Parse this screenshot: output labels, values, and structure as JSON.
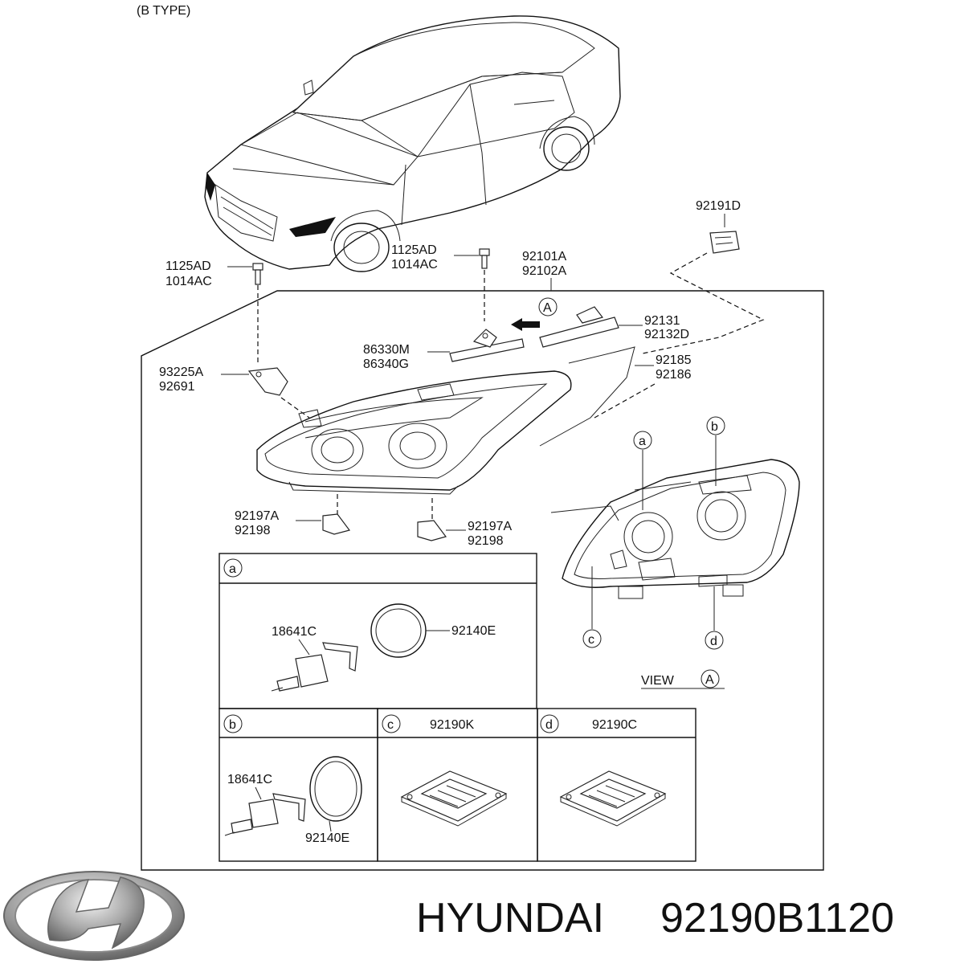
{
  "header": {
    "type_label": "(B TYPE)"
  },
  "labels": {
    "bolt_left_a": "1125AD",
    "bolt_left_b": "1014AC",
    "bolt_mid_a": "1125AD",
    "bolt_mid_b": "1014AC",
    "headlamp_a": "92101A",
    "headlamp_b": "92102A",
    "connector_top": "92191D",
    "bracket_a": "86330M",
    "bracket_b": "86340G",
    "drl_a": "92131",
    "drl_b": "92132D",
    "trim_a": "92185",
    "trim_b": "92186",
    "mount_a": "93225A",
    "mount_b": "92691",
    "clip_left_a": "92197A",
    "clip_left_b": "92198",
    "clip_right_a": "92197A",
    "clip_right_b": "92198",
    "view_arrow": "A",
    "view_text": "VIEW",
    "view_circle": "A"
  },
  "callouts": {
    "a": "a",
    "b": "b",
    "c": "c",
    "d": "d"
  },
  "detail_a": {
    "circle": "a",
    "bulb": "18641C",
    "ring": "92140E"
  },
  "detail_b": {
    "circle": "b",
    "bulb": "18641C",
    "ring": "92140E"
  },
  "detail_c": {
    "circle": "c",
    "part": "92190K"
  },
  "detail_d": {
    "circle": "d",
    "part": "92190C"
  },
  "footer": {
    "brand": "HYUNDAI",
    "part_number": "92190B1120"
  }
}
